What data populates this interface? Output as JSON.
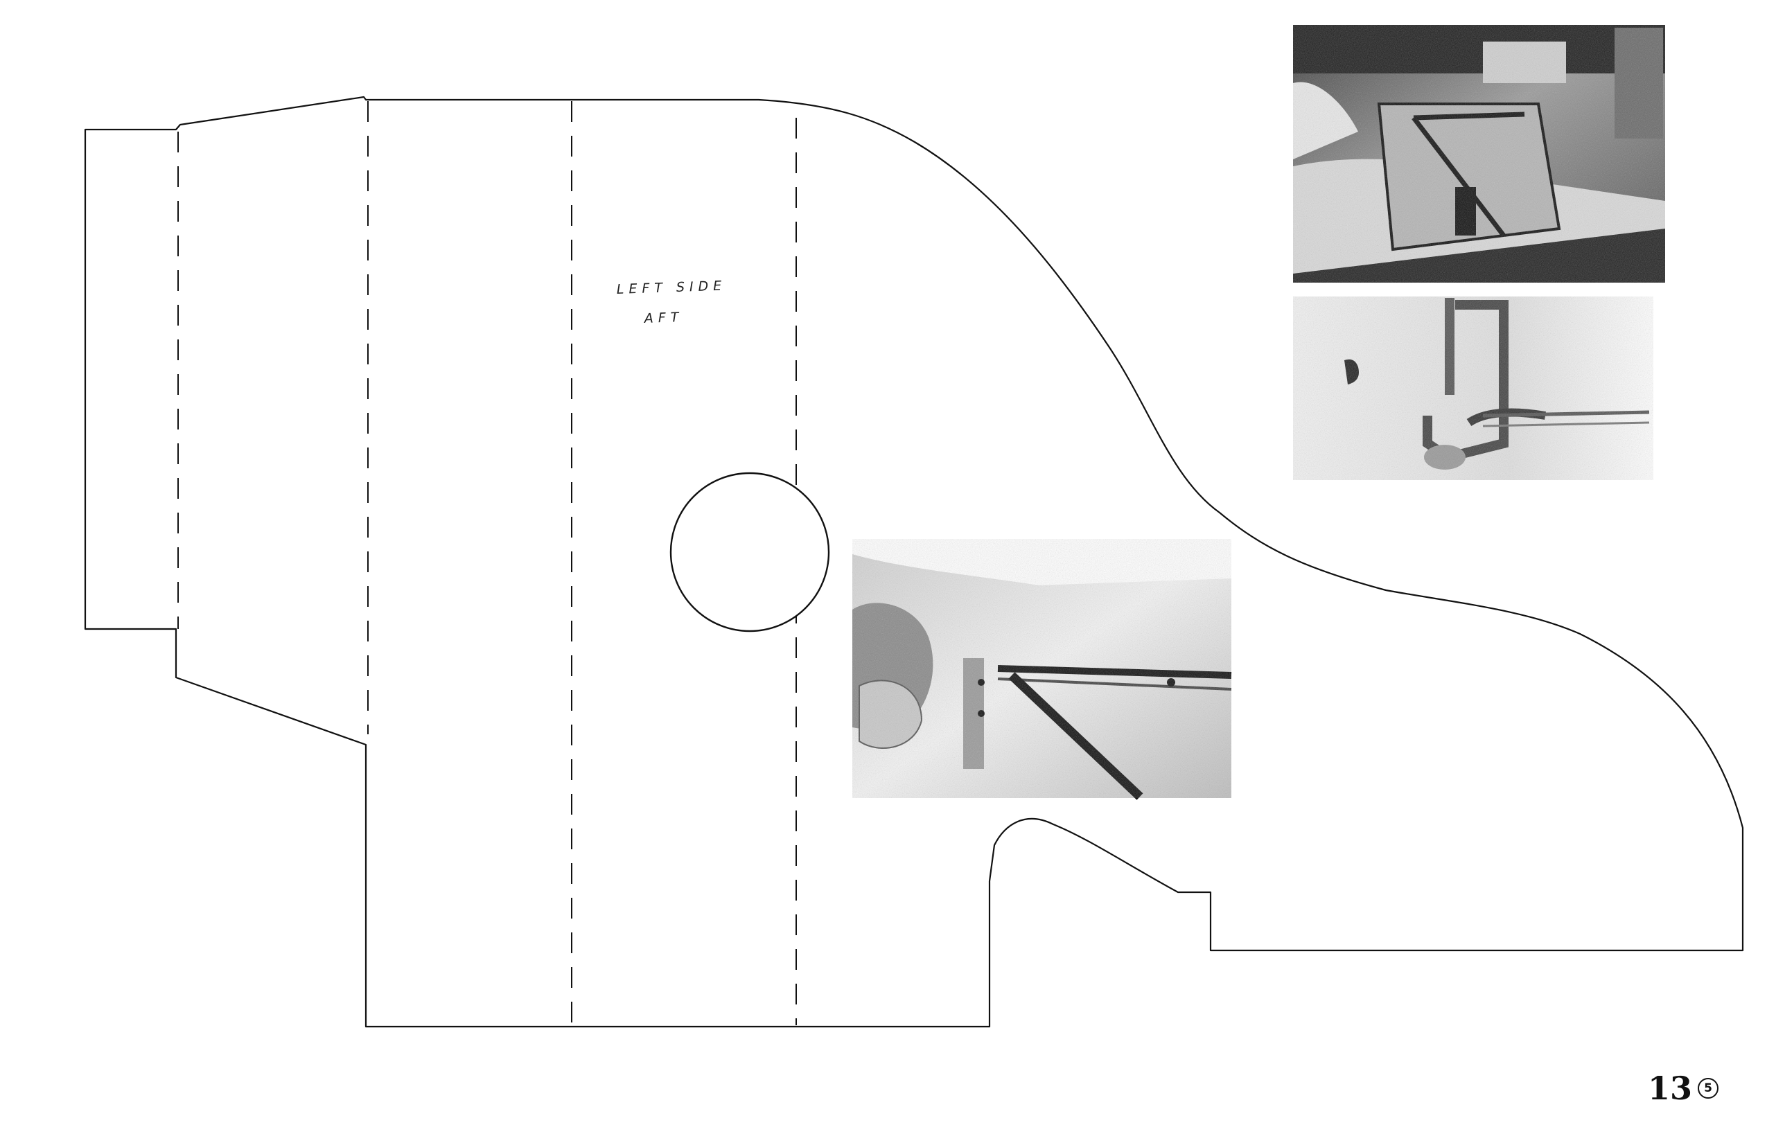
{
  "drawing": {
    "label_line_1": "LEFT SIDE",
    "label_line_2": "AFT"
  },
  "page_number": "13",
  "page_sub_number": "5",
  "colors": {
    "line": "#111111",
    "paper": "#ffffff"
  },
  "photos": [
    {
      "name": "photo-engine-mount-top",
      "description_icon": "photo-icon"
    },
    {
      "name": "photo-clamp",
      "description_icon": "photo-icon"
    },
    {
      "name": "photo-tube-frame",
      "description_icon": "photo-icon"
    }
  ]
}
